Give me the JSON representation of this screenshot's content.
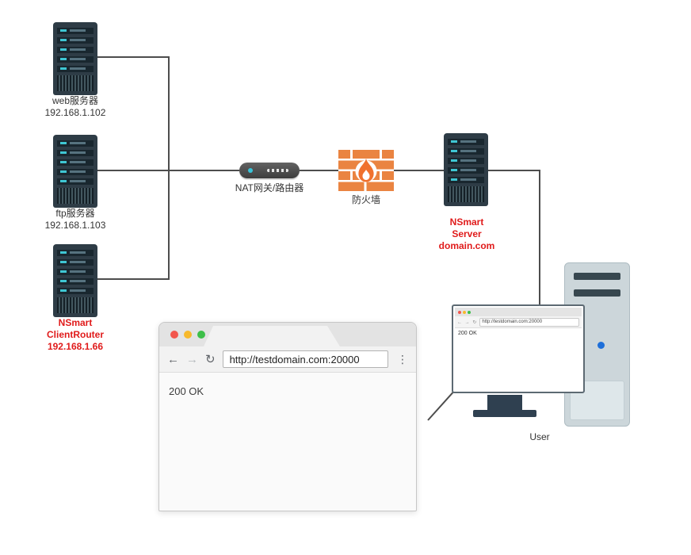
{
  "diagram": {
    "servers": [
      {
        "label": "web服务器\n192.168.1.102"
      },
      {
        "label": "ftp服务器\n192.168.1.103"
      },
      {
        "label": "NSmart\nClientRouter\n192.168.1.66"
      }
    ],
    "router_label": "NAT网关/路由器",
    "firewall_label": "防火墙",
    "server_right_label": "NSmart\nServer\ndomain.com",
    "user_label": "User"
  },
  "browser": {
    "url": "http://testdomain.com:20000",
    "content": "200 OK",
    "back_icon": "←",
    "forward_icon": "→",
    "refresh_icon": "↻",
    "menu_icon": "⋮"
  },
  "mini": {
    "nav": "← → ↻",
    "url": "http://testdomain.com:20000",
    "content": "200 OK"
  },
  "colors": {
    "red_label": "#e01b1b",
    "connector": "#4d4d4d",
    "firewall_brick": "#ea8441",
    "flame": "#f0712e",
    "server_body": "#2e3c46",
    "server_led": "#3fc6d3",
    "traffic_red": "#f2564d",
    "traffic_yellow": "#f7b92c",
    "traffic_green": "#3dbf49",
    "tower_button": "#1e6fd9",
    "stand": "#2f4050"
  }
}
